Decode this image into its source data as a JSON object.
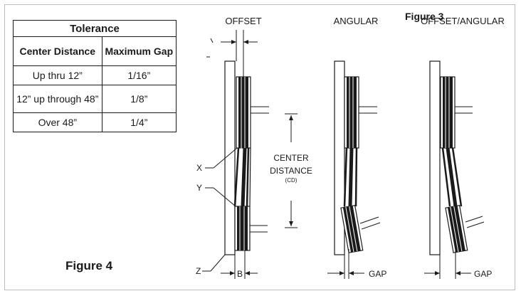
{
  "tolerance_table": {
    "title": "Tolerance",
    "col1_header": "Center Distance",
    "col2_header": "Maximum Gap",
    "rows": [
      {
        "center_distance": "Up thru 12”",
        "max_gap": "1/16”"
      },
      {
        "center_distance": "12” up through 48”",
        "max_gap": "1/8”"
      },
      {
        "center_distance": "Over 48”",
        "max_gap": "1/4”"
      }
    ]
  },
  "figure4_label": "Figure 4",
  "figure3_label": "Figure 3",
  "diagram": {
    "offset_title": "OFFSET",
    "angular_title": "ANGULAR",
    "offset_angular_title": "OFFSET/ANGULAR",
    "center_label": "CENTER",
    "distance_label": "DISTANCE",
    "cd_label": "(CD)",
    "label_x": "X",
    "label_y": "Y",
    "label_z": "Z",
    "label_b": "B",
    "gap_label": "GAP"
  },
  "colors": {
    "ink": "#1a1a1a",
    "border": "#bcbcbc"
  }
}
